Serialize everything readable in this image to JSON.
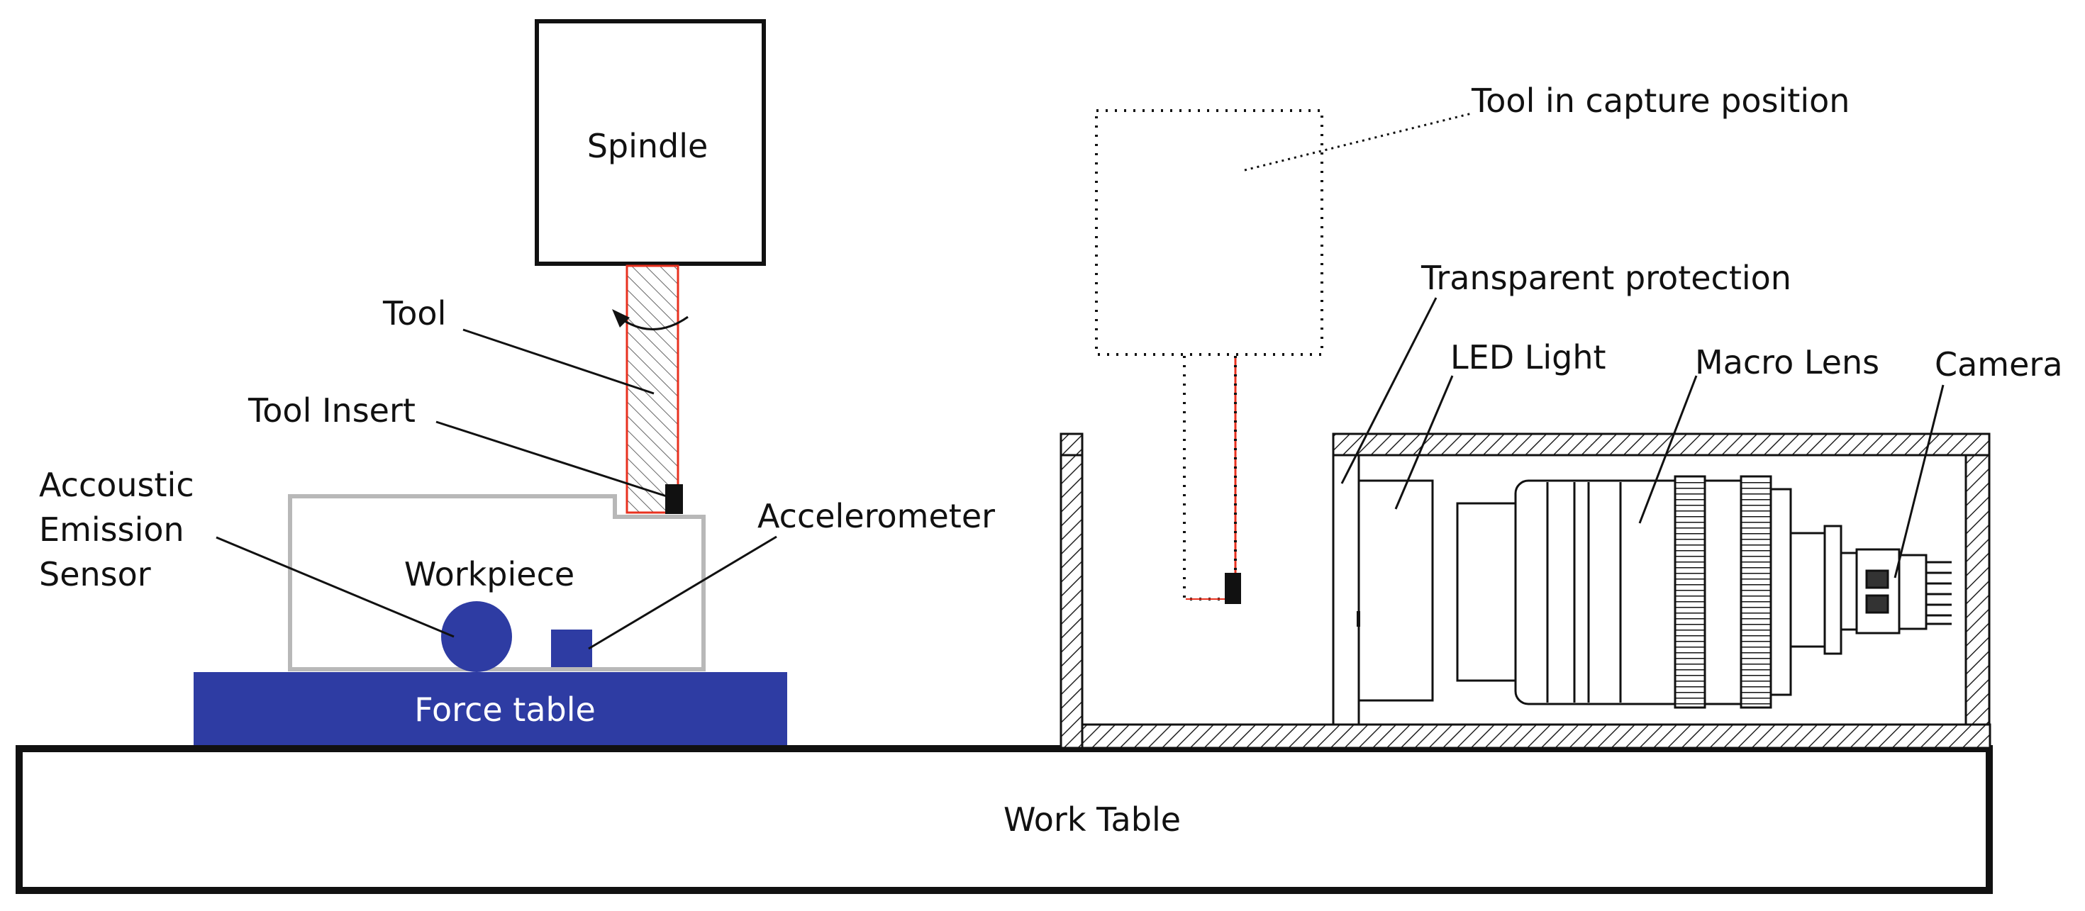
{
  "labels": {
    "spindle": "Spindle",
    "tool": "Tool",
    "tool_insert": "Tool Insert",
    "ae_line1": "Accoustic",
    "ae_line2": "Emission",
    "ae_line3": "Sensor",
    "workpiece": "Workpiece",
    "accelerometer": "Accelerometer",
    "force_table": "Force table",
    "work_table": "Work Table",
    "capture_position": "Tool in capture position",
    "transparent_protection": "Transparent protection",
    "led_light": "LED Light",
    "macro_lens": "Macro Lens",
    "camera": "Camera"
  },
  "colors": {
    "force_table": "#2e3ca3",
    "sensor": "#2e3ca3",
    "tool_outline": "#e8311f",
    "workpiece_outline": "#b8b8b8",
    "line": "#111111"
  }
}
